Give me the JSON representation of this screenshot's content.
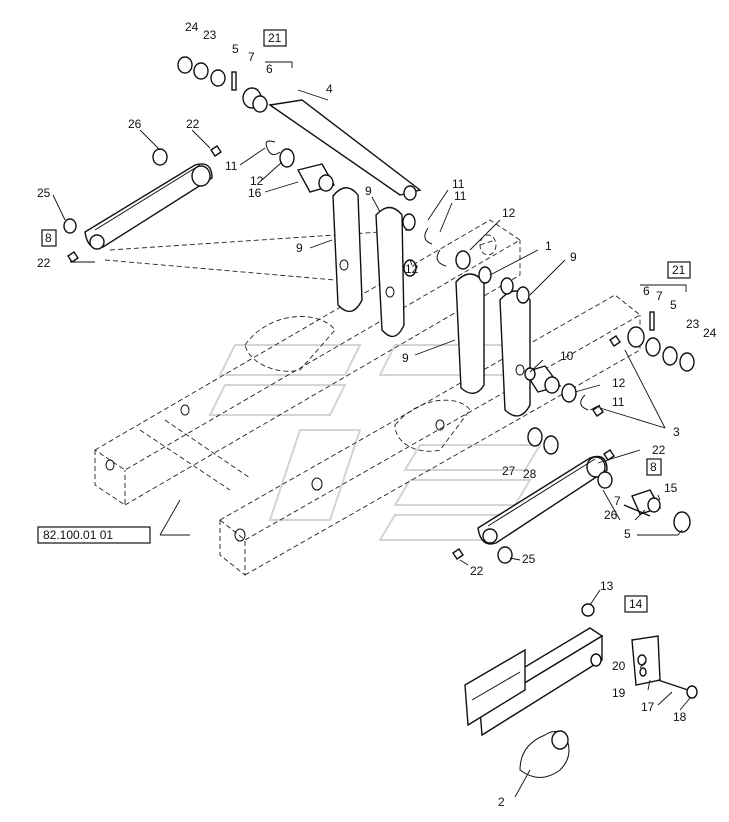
{
  "reference": "82.100.01 01",
  "labels": {
    "l2": "2",
    "l3": "3",
    "l4": "4",
    "l5a": "5",
    "l5b": "5",
    "l5c": "5",
    "l6a": "6",
    "l6b": "6",
    "l7a": "7",
    "l7b": "7",
    "l7c": "7",
    "l8a": "8",
    "l8b": "8",
    "l9a": "9",
    "l9b": "9",
    "l9c": "9",
    "l9d": "9",
    "l10": "10",
    "l11a": "11",
    "l11b": "11",
    "l11c": "11",
    "l11d": "11",
    "l12a": "12",
    "l12b": "12",
    "l12c": "12",
    "l12d": "12",
    "l13": "13",
    "l14": "14",
    "l15": "15",
    "l16": "16",
    "l17": "17",
    "l18": "18",
    "l19": "19",
    "l20": "20",
    "l21a": "21",
    "l21b": "21",
    "l22a": "22",
    "l22b": "22",
    "l22c": "22",
    "l22d": "22",
    "l23a": "23",
    "l23b": "23",
    "l24a": "24",
    "l24b": "24",
    "l25a": "25",
    "l25b": "25",
    "l26a": "26",
    "l26b": "26",
    "l27": "27",
    "l28": "28"
  }
}
